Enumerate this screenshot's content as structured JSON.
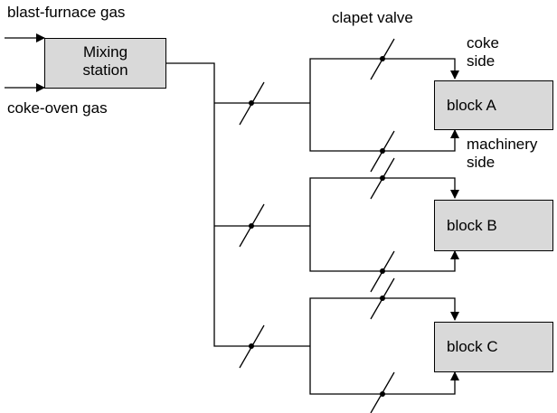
{
  "inputs": {
    "blast_furnace": "blast-furnace gas",
    "coke_oven": "coke-oven gas"
  },
  "mixing_station": {
    "line1": "Mixing",
    "line2": "station"
  },
  "valve_label": "clapet valve",
  "blocks": [
    {
      "label": "block A"
    },
    {
      "label": "block B"
    },
    {
      "label": "block C"
    }
  ],
  "side_labels": {
    "coke_line1": "coke",
    "coke_line2": "side",
    "machinery_line1": "machinery",
    "machinery_line2": "side"
  }
}
